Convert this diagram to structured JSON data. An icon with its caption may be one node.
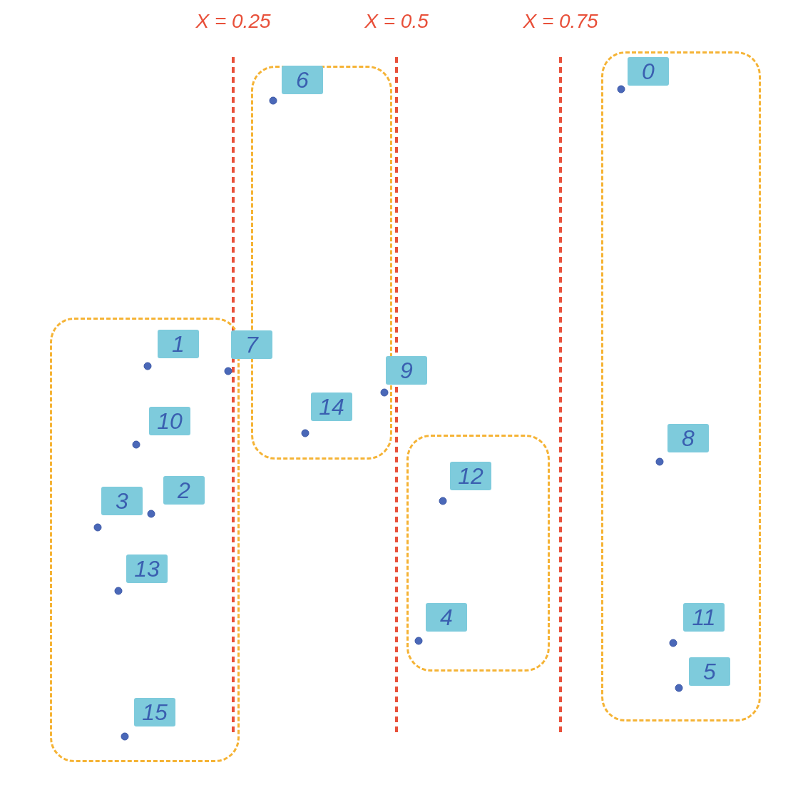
{
  "diagram": {
    "nodes": [
      {
        "text": [],
        "shape": "box"
      },
      {
        "text": [
          "6"
        ],
        "in": 0
      },
      {
        "text": [
          "14"
        ],
        "in": 0
      },
      {
        "text": [],
        "shape": "box"
      },
      {
        "text": [
          "0"
        ],
        "in": 3
      },
      {
        "text": [
          "8"
        ],
        "in": 3
      },
      {
        "text": [
          "11"
        ],
        "in": 3
      },
      {
        "text": [
          "5"
        ],
        "in": 3
      },
      {
        "text": [
          "7"
        ]
      },
      {
        "text": [
          "9"
        ]
      },
      {
        "text": [],
        "shape": "box"
      },
      {
        "text": [
          "1"
        ],
        "in": 10
      },
      {
        "text": [
          "10"
        ],
        "in": 10
      },
      {
        "text": [
          "2"
        ],
        "in": 10
      },
      {
        "text": [
          "3"
        ],
        "in": 10
      },
      {
        "text": [
          "13"
        ],
        "in": 10
      },
      {
        "text": [
          "15"
        ],
        "in": 10
      },
      {
        "text": [],
        "shape": "box"
      },
      {
        "text": [
          "12"
        ],
        "in": 17
      },
      {
        "text": [
          "4"
        ],
        "in": 17
      }
    ],
    "edges": [],
    "labels": [
      "X = 0.25",
      "X = 0.5",
      "X = 0.75"
    ]
  }
}
